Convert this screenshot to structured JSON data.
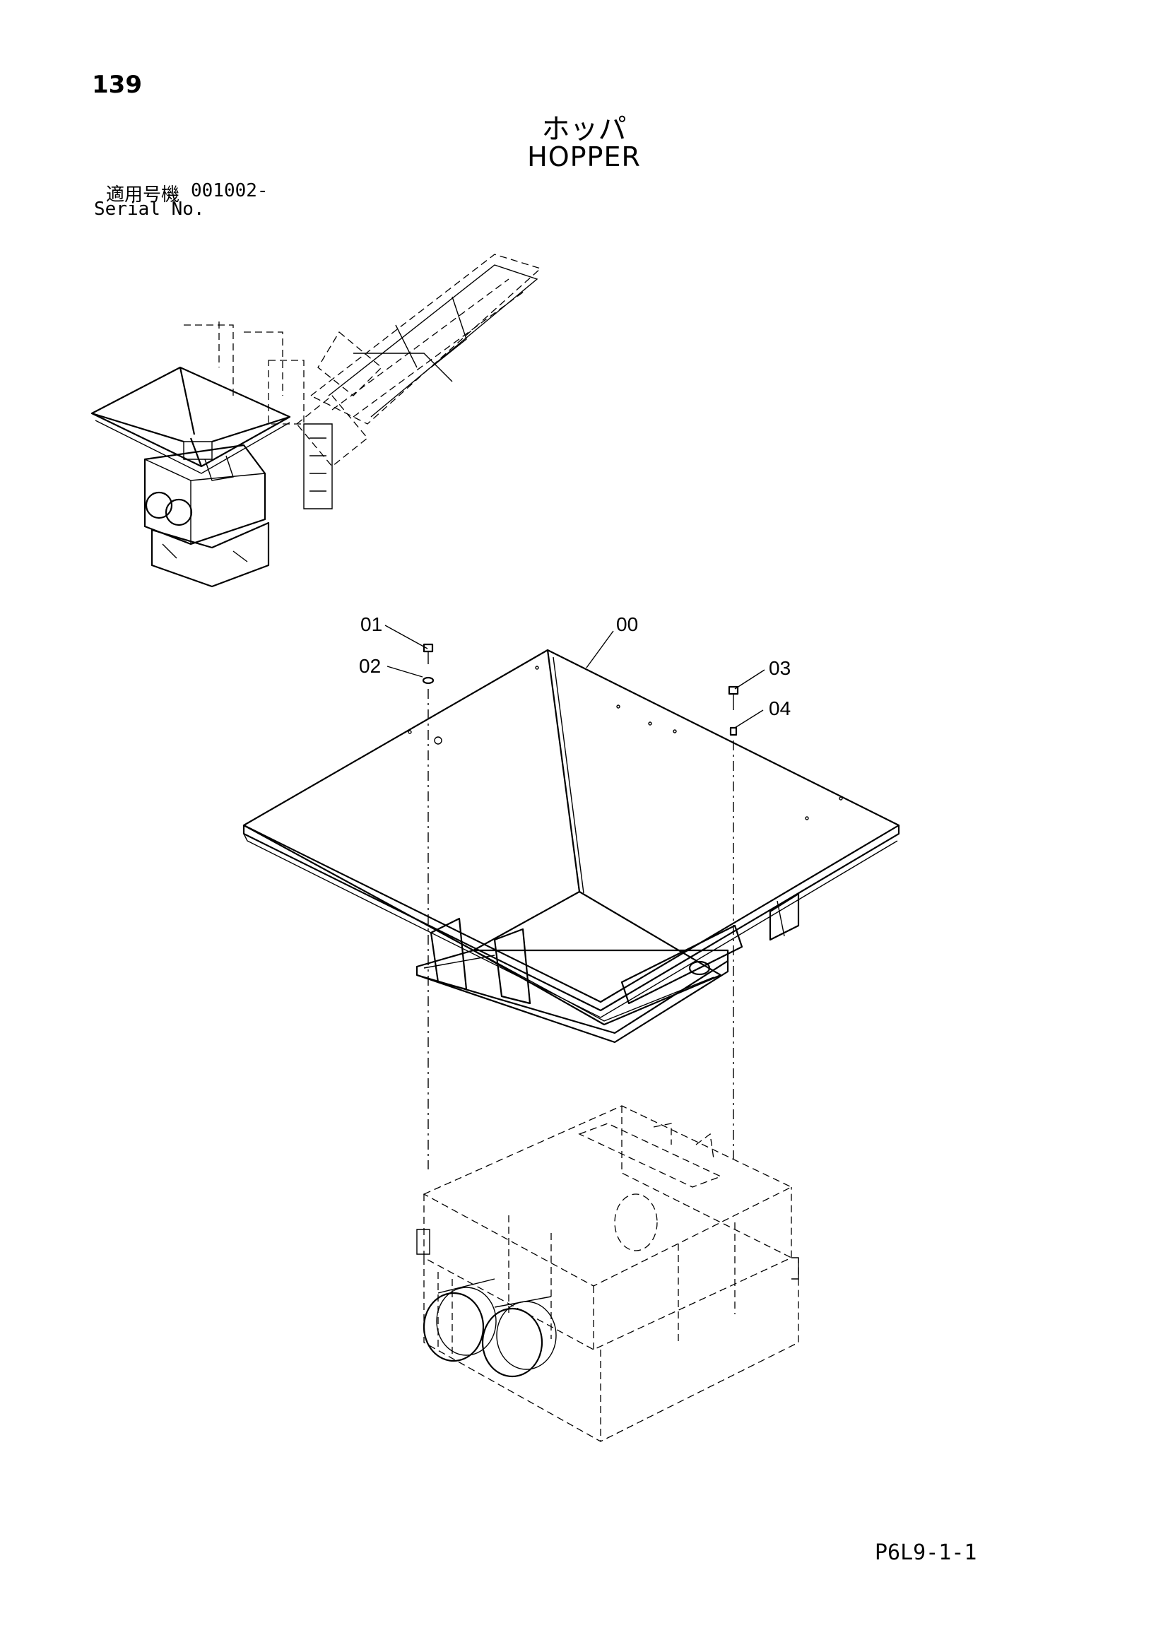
{
  "page": {
    "number": "139",
    "title_jp": "ホッパ",
    "title_en": "HOPPER",
    "serial_label_jp": "適用号機",
    "serial_range": "001002-",
    "serial_label_en": "Serial No.",
    "drawing_code": "P6L9-1-1"
  },
  "callouts": [
    {
      "id": "01"
    },
    {
      "id": "02"
    },
    {
      "id": "00"
    },
    {
      "id": "03"
    },
    {
      "id": "04"
    }
  ]
}
